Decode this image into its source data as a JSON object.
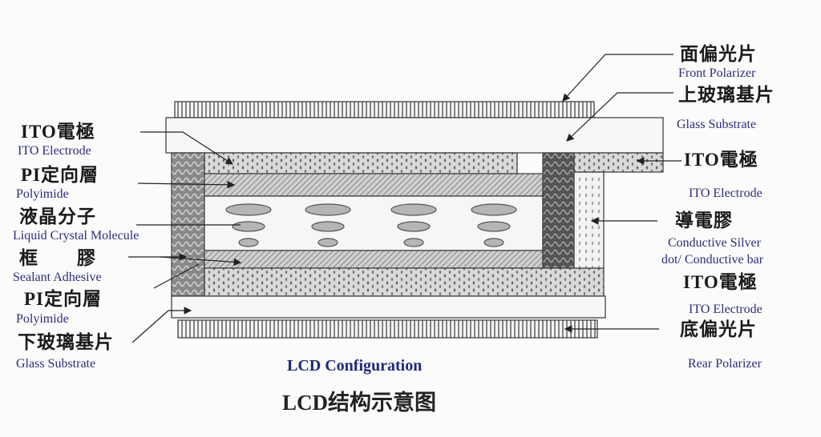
{
  "left_labels": [
    {
      "zh": "ITO電極",
      "en": "ITO Electrode"
    },
    {
      "zh": "PI定向層",
      "en": "Polyimide"
    },
    {
      "zh": "液晶分子",
      "en": "Liquid Crystal Molecule"
    },
    {
      "zh": "框　　膠",
      "en": "Sealant Adhesive"
    },
    {
      "zh": "PI定向層",
      "en": "Polyimide"
    },
    {
      "zh": "下玻璃基片",
      "en": "Glass Substrate"
    }
  ],
  "right_labels": [
    {
      "zh": "面偏光片",
      "en": "Front Polarizer"
    },
    {
      "zh": "上玻璃基片",
      "en": "Glass Substrate"
    },
    {
      "zh": "ITO電極",
      "en": "ITO Electrode"
    },
    {
      "zh": "導電膠",
      "en": "Conductive Silver",
      "en2": "dot/ Conductive bar"
    },
    {
      "zh": "ITO電極",
      "en": "ITO Electrode"
    },
    {
      "zh": "底偏光片",
      "en": "Rear Polarizer"
    }
  ],
  "caption": "LCD Configuration",
  "title": "LCD结构示意图"
}
